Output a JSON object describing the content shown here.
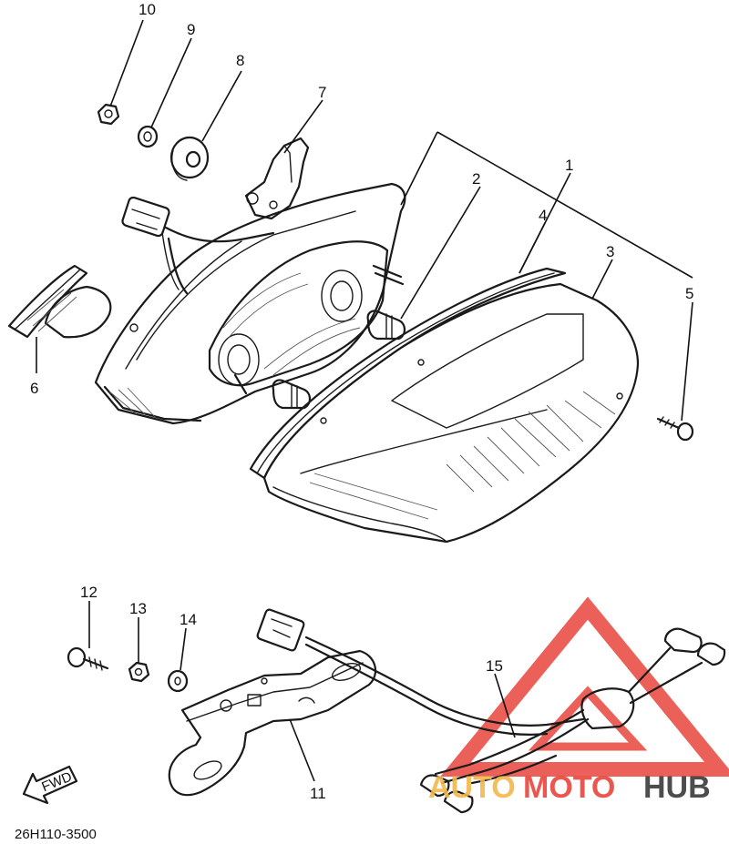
{
  "diagram": {
    "part_code": "26H110-3500",
    "direction_arrow": {
      "label": "FWD"
    },
    "callouts": [
      {
        "id": "c1",
        "label": "1"
      },
      {
        "id": "c2",
        "label": "2"
      },
      {
        "id": "c3",
        "label": "3"
      },
      {
        "id": "c4",
        "label": "4"
      },
      {
        "id": "c5",
        "label": "5"
      },
      {
        "id": "c6",
        "label": "6"
      },
      {
        "id": "c7",
        "label": "7"
      },
      {
        "id": "c8",
        "label": "8"
      },
      {
        "id": "c9",
        "label": "9"
      },
      {
        "id": "c10",
        "label": "10"
      },
      {
        "id": "c11",
        "label": "11"
      },
      {
        "id": "c12",
        "label": "12"
      },
      {
        "id": "c13",
        "label": "13"
      },
      {
        "id": "c14",
        "label": "14"
      },
      {
        "id": "c15",
        "label": "15"
      }
    ]
  },
  "watermark": {
    "part1": "AUTO",
    "part2": "MOTO",
    "part3": "HUB",
    "colors": {
      "auto": "#f2b84b",
      "moto": "#e8453c",
      "hub": "#3a3a3a",
      "triangle": "#e8453c"
    }
  },
  "icons": [
    "fwd-arrow-icon",
    "watermark-triangle-icon"
  ]
}
